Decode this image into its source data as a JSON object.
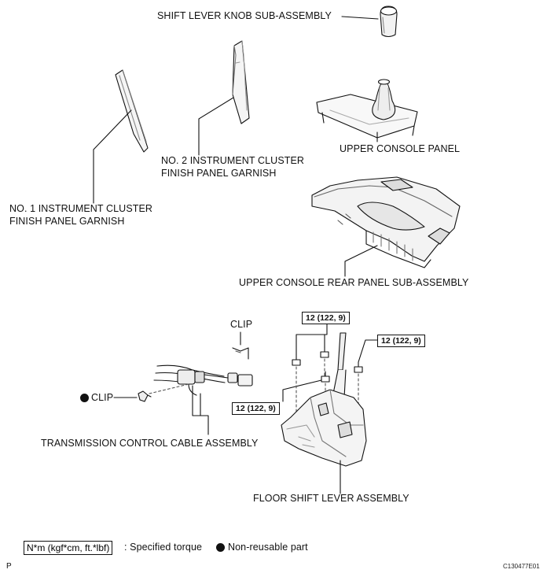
{
  "labels": {
    "shift_knob": "SHIFT LEVER KNOB SUB-ASSEMBLY",
    "no2_garnish_line1": "NO. 2 INSTRUMENT CLUSTER",
    "no2_garnish_line2": "FINISH PANEL GARNISH",
    "upper_console_panel": "UPPER CONSOLE PANEL",
    "no1_garnish_line1": "NO. 1 INSTRUMENT CLUSTER",
    "no1_garnish_line2": "FINISH PANEL GARNISH",
    "upper_console_rear": "UPPER CONSOLE REAR PANEL SUB-ASSEMBLY",
    "clip_top": "CLIP",
    "clip_left": "CLIP",
    "transmission_cable": "TRANSMISSION CONTROL CABLE ASSEMBLY",
    "floor_shift": "FLOOR SHIFT LEVER ASSEMBLY"
  },
  "torques": {
    "top_center": "12 (122, 9)",
    "right": "12 (122, 9)",
    "left": "12 (122, 9)"
  },
  "legend": {
    "torque_unit": "N*m (kgf*cm, ft.*lbf)",
    "torque_desc": ": Specified torque",
    "nonreusable_desc": "Non-reusable part"
  },
  "footer": {
    "page_letter": "P",
    "figure_code": "C130477E01"
  }
}
